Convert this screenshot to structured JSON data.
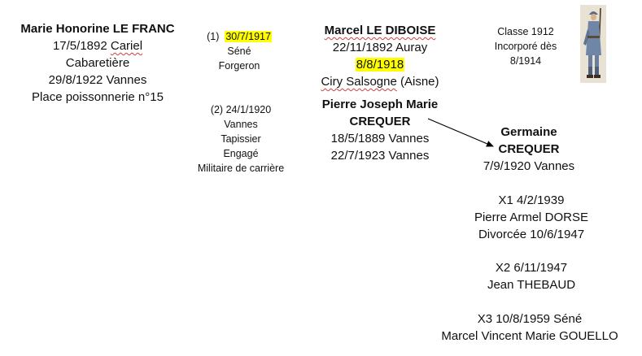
{
  "marie": {
    "name": "Marie Honorine LE FRANC",
    "birth_date": "17/5/1892",
    "birth_place": "Cariel",
    "occupation": "Cabaretière",
    "death": "29/8/1922 Vannes",
    "address": "Place poissonnerie n°15"
  },
  "marriage1": {
    "label": "(1)",
    "date": "30/7/1917",
    "place": "Séné",
    "occupation": "Forgeron"
  },
  "marriage2": {
    "line1": "(2) 24/1/1920",
    "line2": "Vannes",
    "line3": "Tapissier",
    "line4": "Engagé",
    "line5": "Militaire de carrière"
  },
  "marcel": {
    "name": "Marcel LE DIBOISE",
    "birth": "22/11/1892 Auray",
    "death_date": "8/8/1918",
    "death_place_a": "Ciry Salsogne",
    "death_place_b": " (Aisne)"
  },
  "pierre": {
    "name_line1": "Pierre Joseph Marie",
    "name_line2": "CREQUER",
    "birth": "18/5/1889 Vannes",
    "death": "22/7/1923 Vannes"
  },
  "classe": {
    "line1": "Classe 1912",
    "line2": "Incorporé dès",
    "line3": "8/1914"
  },
  "germaine": {
    "name_line1": "Germaine",
    "name_line2": "CREQUER",
    "birth": "7/9/1920 Vannes",
    "m1_date": "X1 4/2/1939",
    "m1_spouse": "Pierre Armel DORSE",
    "m1_note": "Divorcée 10/6/1947",
    "m2_date": "X2 6/11/1947",
    "m2_spouse": "Jean THEBAUD",
    "m3_date": "X3 10/8/1959 Séné",
    "m3_spouse": "Marcel Vincent Marie GOUELLO"
  },
  "colors": {
    "highlight": "#ffff00",
    "text": "#111111",
    "arrow": "#000000"
  },
  "icons": {
    "soldier": "soldier-figure-image"
  }
}
